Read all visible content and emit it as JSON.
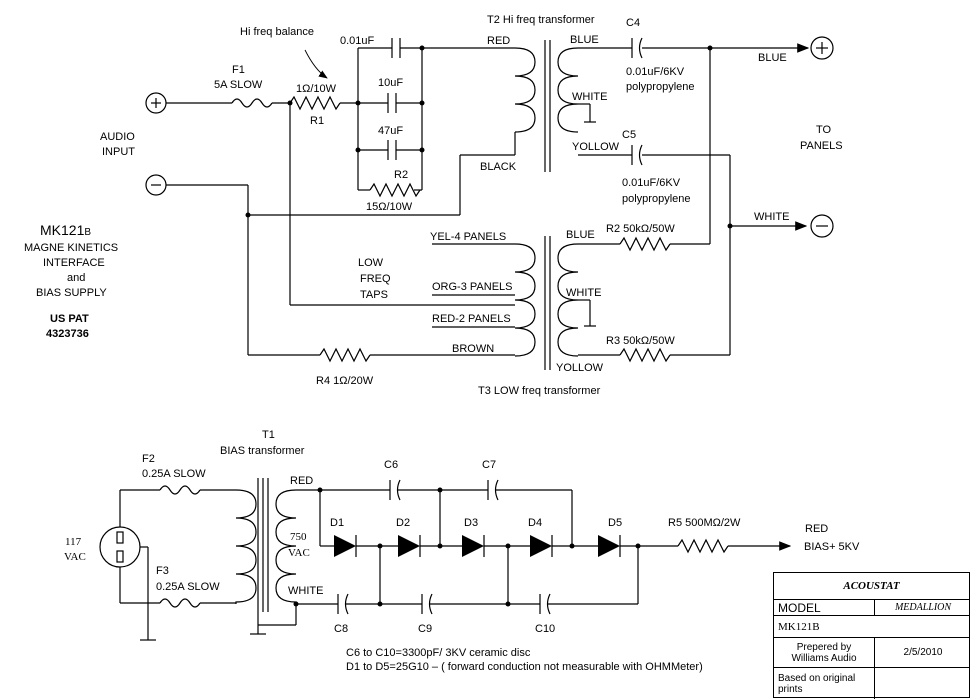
{
  "hf_section": {
    "f1_name": "F1",
    "f1_value": "5A SLOW",
    "hi_freq_balance": "Hi freq balance",
    "c_001": "0.01uF",
    "c_10": "10uF",
    "c_47": "47uF",
    "r1_value": "1Ω/10W",
    "r1_name": "R1",
    "r2_name": "R2",
    "r2_value": "15Ω/10W",
    "t2_title": "T2 Hi freq transformer",
    "red": "RED",
    "black": "BLACK",
    "blue": "BLUE",
    "white": "WHITE",
    "yellow": "YOLLOW",
    "c4_name": "C4",
    "c4_value": "0.01uF/6KV",
    "c4_type": "polypropylene",
    "c5_name": "C5",
    "c5_value": "0.01uF/6KV",
    "c5_type": "polypropylene",
    "blue_out": "BLUE",
    "white_out": "WHITE",
    "to_panels_1": "TO",
    "to_panels_2": "PANELS",
    "audio_input_1": "AUDIO",
    "audio_input_2": "INPUT",
    "plus": "+",
    "minus": "−"
  },
  "lf_section": {
    "yel": "YEL-4 PANELS",
    "org": "ORG-3 PANELS",
    "red": "RED-2 PANELS",
    "low_freq_1": "LOW",
    "low_freq_2": "FREQ",
    "low_freq_3": "TAPS",
    "brown": "BROWN",
    "r4": "R4 1Ω/20W",
    "blue": "BLUE",
    "white": "WHITE",
    "yellow": "YOLLOW",
    "r2": "R2 50kΩ/50W",
    "r3": "R3 50kΩ/50W",
    "t3_title": "T3 LOW freq transformer"
  },
  "info": {
    "model": "MK121",
    "model_suffix": "B",
    "line1": "MAGNE KINETICS",
    "line2": "INTERFACE",
    "line3": "and",
    "line4": "BIAS SUPPLY",
    "pat1": "US PAT",
    "pat2": "4323736"
  },
  "bias_section": {
    "t1_name": "T1",
    "t1_title": "BIAS transformer",
    "f2_name": "F2",
    "f2_value": "0.25A SLOW",
    "f3_name": "F3",
    "f3_value": "0.25A SLOW",
    "vac_117": "117",
    "vac": "VAC",
    "v750": "750",
    "v750_vac": "VAC",
    "red": "RED",
    "white": "WHITE",
    "c6": "C6",
    "c7": "C7",
    "c8": "C8",
    "c9": "C9",
    "c10": "C10",
    "d1": "D1",
    "d2": "D2",
    "d3": "D3",
    "d4": "D4",
    "d5": "D5",
    "r5": "R5 500MΩ/2W",
    "red_out": "RED",
    "bias_out": "BIAS+ 5KV",
    "note1": "C6 to C10=3300pF/ 3KV ceramic disc",
    "note2": "D1 to D5=25G10 – ( forward conduction not measurable with OHMMeter)"
  },
  "title_block": {
    "company": "ACOUSTAT",
    "model_label": "MODEL",
    "model_name": "MEDALLION",
    "model_number": "MK121B",
    "prepared_label": "Prepered by Williams Audio",
    "date": "2/5/2010",
    "based_on": "Based on original prints"
  }
}
